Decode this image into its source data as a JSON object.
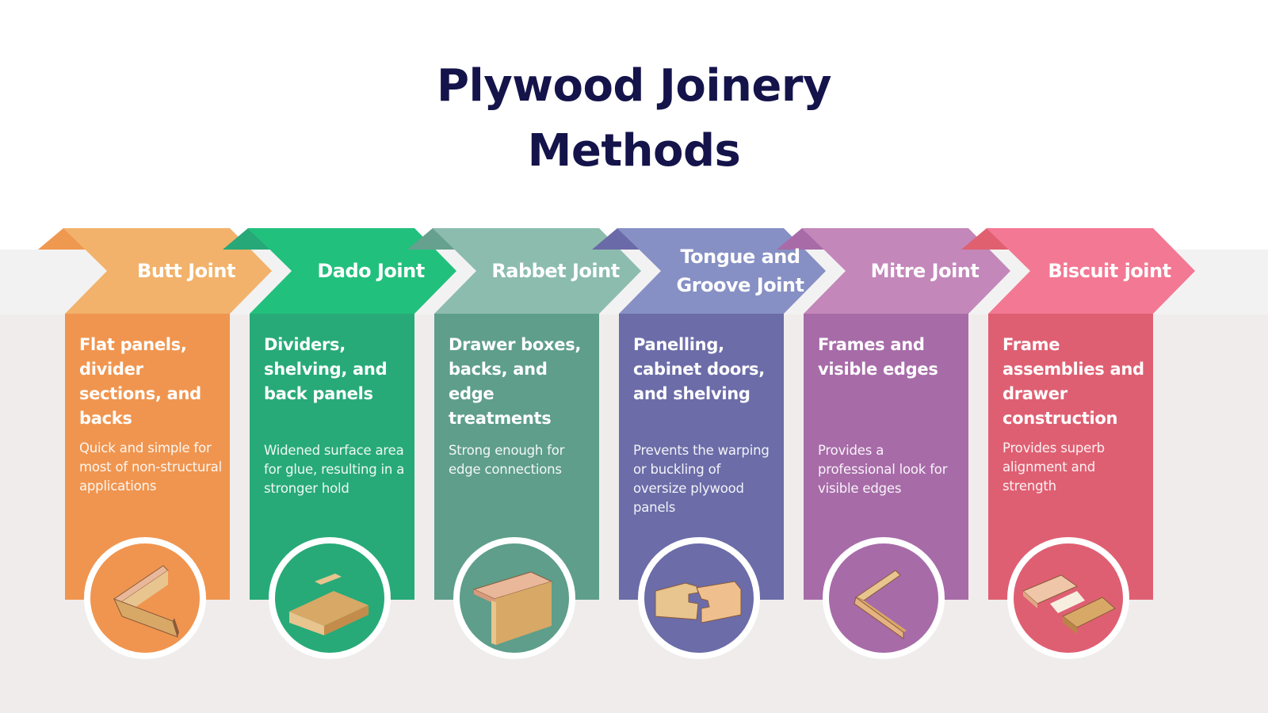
{
  "title": "Plywood Joinery Methods",
  "title_lines": [
    "Plywood Joinery",
    "Methods"
  ],
  "steps": [
    {
      "label": "Butt Joint",
      "uses": "Flat panels, divider sections, and backs",
      "description": "Quick and simple for most of non-structural applications",
      "icon": "butt-joint-icon",
      "colors": {
        "chevron": "#f2b26b",
        "fold": "#ef9850",
        "panel": "#f0954f"
      }
    },
    {
      "label": "Dado Joint",
      "uses": "Dividers, shelving, and back panels",
      "description": "Widened surface area for glue, resulting in a stronger hold",
      "icon": "dado-joint-icon",
      "colors": {
        "chevron": "#22c07d",
        "fold": "#27a878",
        "panel": "#27aa78"
      }
    },
    {
      "label": "Rabbet Joint",
      "uses": "Drawer boxes, backs, and edge treatments",
      "description": "Strong enough for edge connections",
      "icon": "rabbet-joint-icon",
      "colors": {
        "chevron": "#8cbcae",
        "fold": "#66a08e",
        "panel": "#5e9e8a"
      }
    },
    {
      "label": "Tongue and Groove Joint",
      "uses": "Panelling, cabinet doors, and shelving",
      "description": "Prevents the warping or buckling of oversize plywood panels",
      "icon": "tongue-groove-joint-icon",
      "colors": {
        "chevron": "#8790c4",
        "fold": "#6b6aa8",
        "panel": "#6b6ca8"
      }
    },
    {
      "label": "Mitre Joint",
      "uses": "Frames and visible edges",
      "description": "Provides a professional look for visible edges",
      "icon": "mitre-joint-icon",
      "colors": {
        "chevron": "#c387ba",
        "fold": "#a86ba8",
        "panel": "#a76ba8"
      }
    },
    {
      "label": "Biscuit joint",
      "uses": "Frame assemblies and drawer construction",
      "description": "Provides superb alignment and strength",
      "icon": "biscuit-joint-icon",
      "colors": {
        "chevron": "#f37893",
        "fold": "#e0606f",
        "panel": "#df5f72"
      }
    }
  ]
}
